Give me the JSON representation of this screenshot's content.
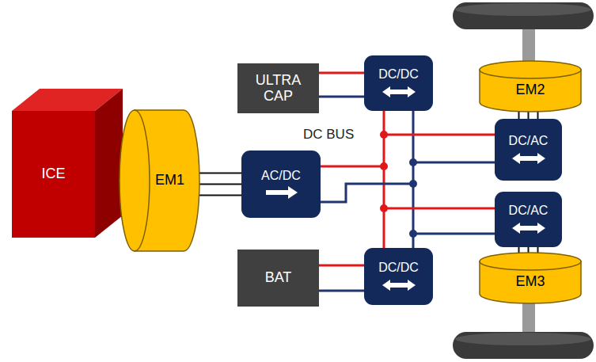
{
  "diagram": {
    "nodes": [
      {
        "text": [
          "ICE"
        ]
      },
      {
        "text": [
          "EM1"
        ]
      },
      {
        "text": [
          "ULTRA CAP"
        ]
      },
      {
        "text": [
          "DC/DC"
        ]
      },
      {
        "text": [
          "AC/DC"
        ]
      },
      {
        "text": [
          "BAT"
        ]
      },
      {
        "text": [
          "DC/DC"
        ]
      },
      {
        "text": [
          "EM2"
        ]
      },
      {
        "text": [
          "DC/AC"
        ]
      },
      {
        "text": [
          "DC/AC"
        ]
      },
      {
        "text": [
          "EM3"
        ]
      }
    ],
    "edges": [
      {
        "from": 0,
        "to": 1,
        "arrow": "none"
      },
      {
        "from": 1,
        "to": 4,
        "arrow": "none"
      },
      {
        "from": 2,
        "to": 3,
        "arrow": "none"
      },
      {
        "from": 5,
        "to": 6,
        "arrow": "none"
      },
      {
        "from": 8,
        "to": 7,
        "arrow": "none"
      },
      {
        "from": 9,
        "to": 10,
        "arrow": "none"
      }
    ],
    "labels": [
      "DC BUS"
    ]
  }
}
